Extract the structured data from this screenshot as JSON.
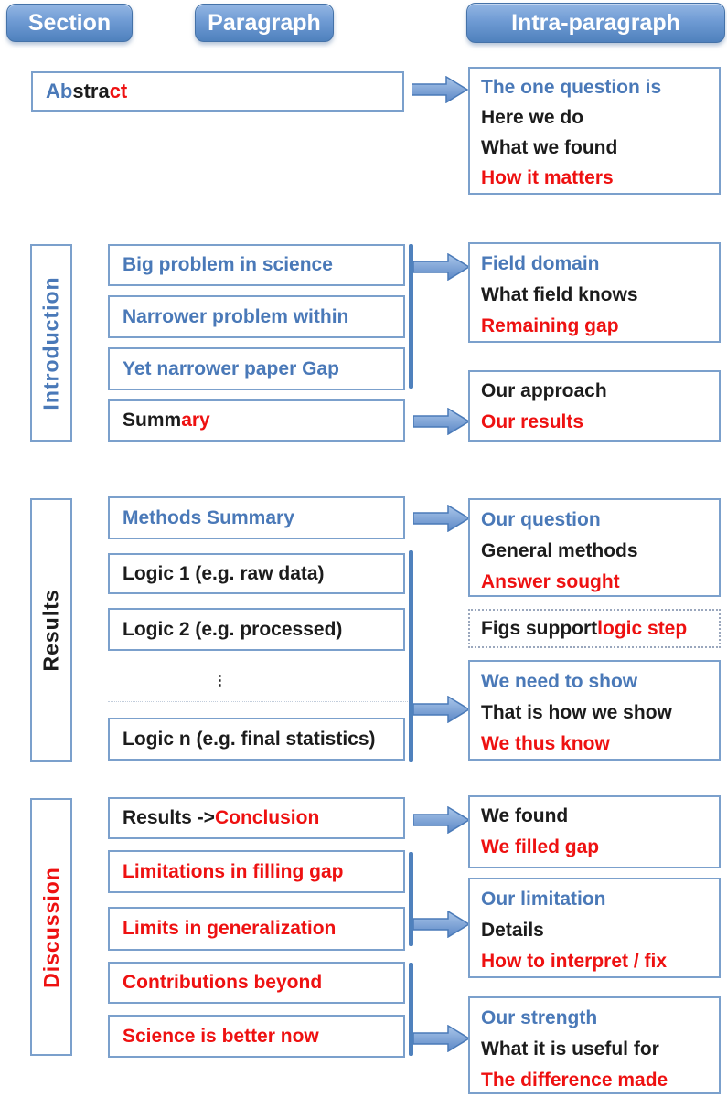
{
  "colors": {
    "blue_text": "#4a79b8",
    "red_text": "#ee1111",
    "black_text": "#1c1c1c",
    "box_border": "#7ba0cc",
    "accent_shapes": "#4f81bd"
  },
  "header": {
    "section": "Section",
    "paragraph": "Paragraph",
    "intra": "Intra-paragraph"
  },
  "abstract": {
    "title_segments": {
      "blue": "Ab",
      "black": "stra",
      "red": "ct"
    },
    "intra_lines": [
      {
        "text": "The one question is",
        "color": "blue"
      },
      {
        "text": "Here we do",
        "color": "black"
      },
      {
        "text": "What we found",
        "color": "black"
      },
      {
        "text": "How it matters",
        "color": "red"
      }
    ]
  },
  "introduction": {
    "label": "Introduction",
    "paragraph_boxes": [
      "Big problem in science",
      "Narrower problem within",
      "Yet narrower paper Gap"
    ],
    "summary_segments": {
      "black": "Summ",
      "red": "ary"
    },
    "intra_top_lines": [
      {
        "text": "Field domain",
        "color": "blue"
      },
      {
        "text": "What field knows",
        "color": "black"
      },
      {
        "text": "Remaining gap",
        "color": "red"
      }
    ],
    "intra_bottom_lines": [
      {
        "text": "Our approach",
        "color": "black"
      },
      {
        "text": "Our results",
        "color": "red"
      }
    ]
  },
  "results": {
    "label": "Results",
    "methods_box": "Methods Summary",
    "logic_boxes": [
      "Logic 1 (e.g. raw data)",
      "Logic 2 (e.g. processed)",
      "Logic n (e.g. final statistics)"
    ],
    "ellipsis": "⋮",
    "intra_top_lines": [
      {
        "text": "Our question",
        "color": "blue"
      },
      {
        "text": "General methods",
        "color": "black"
      },
      {
        "text": "Answer sought",
        "color": "red"
      }
    ],
    "figs_segments": {
      "black": "Figs support ",
      "red": "logic step"
    },
    "intra_bottom_lines": [
      {
        "text": "We need to show",
        "color": "blue"
      },
      {
        "text": "That is how we show",
        "color": "black"
      },
      {
        "text": "We thus know",
        "color": "red"
      }
    ]
  },
  "discussion": {
    "label": "Discussion",
    "conclusion_segments": {
      "black": "Results -> ",
      "red": "Conclusion"
    },
    "paragraph_boxes": [
      "Limitations in filling gap",
      "Limits in generalization",
      "Contributions beyond",
      "Science is better now"
    ],
    "intra_boxes": [
      {
        "lines": [
          {
            "text": "We found",
            "color": "black"
          },
          {
            "text": "We filled gap",
            "color": "red"
          }
        ]
      },
      {
        "lines": [
          {
            "text": "Our limitation",
            "color": "blue"
          },
          {
            "text": "Details",
            "color": "black"
          },
          {
            "text": "How to interpret / fix",
            "color": "red"
          }
        ]
      },
      {
        "lines": [
          {
            "text": "Our strength",
            "color": "blue"
          },
          {
            "text": "What it is useful for",
            "color": "black"
          },
          {
            "text": "The difference made",
            "color": "red"
          }
        ]
      }
    ]
  }
}
